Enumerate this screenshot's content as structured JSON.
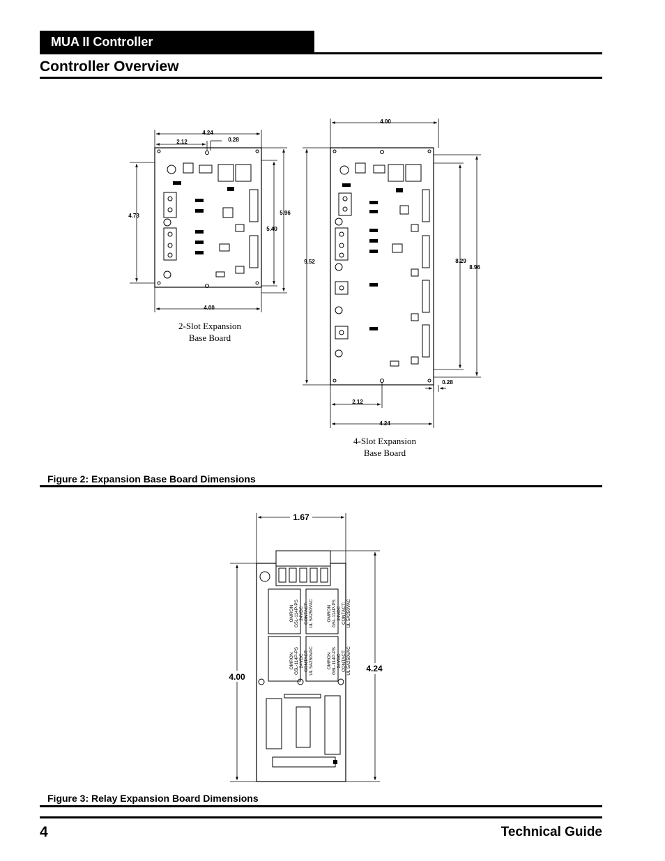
{
  "header": {
    "section": "MUA II Controller",
    "title": "Controller Overview"
  },
  "figure2": {
    "caption": "Figure 2:  Expansion Base Board Dimensions",
    "two_slot": {
      "label_line1": "2-Slot Expansion",
      "label_line2": "Base Board",
      "dims": {
        "top_width": "4.24",
        "half_width": "2.12",
        "notch": "0.28",
        "left_height": "4.73",
        "outer_height": "5.96",
        "inner_height": "5.40",
        "bottom_width": "4.00"
      }
    },
    "four_slot": {
      "label_line1": "4-Slot Expansion",
      "label_line2": "Base Board",
      "dims": {
        "top_width": "4.00",
        "left_height": "9.52",
        "inner_height": "8.29",
        "outer_height": "8.96",
        "notch": "0.28",
        "half_width": "2.12",
        "bottom_width": "4.24"
      }
    }
  },
  "figure3": {
    "caption": "Figure 3:  Relay Expansion Board Dimensions",
    "dims": {
      "width": "1.67",
      "inner_height": "4.00",
      "outer_height": "4.24"
    },
    "relay_text": [
      "OMRON",
      "G5L-114P-PS",
      "24VDC",
      "CONTACT:",
      "UL 5A250VAC"
    ]
  },
  "footer": {
    "page_number": "4",
    "guide": "Technical Guide"
  }
}
